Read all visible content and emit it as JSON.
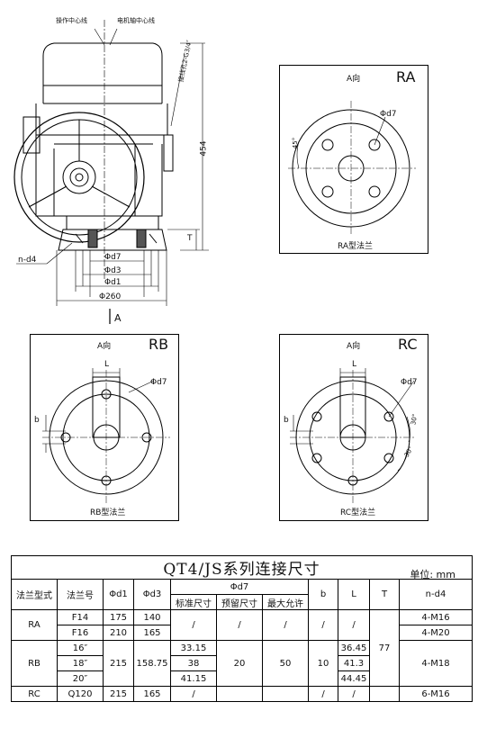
{
  "drawing": {
    "main": {
      "label_handwheel_center": "操作中心线",
      "label_actuator_center": "电机轴中心线",
      "label_conduit": "接线孔2-G3/4″",
      "dim_height": "454",
      "dim_T": "T",
      "dim_nd4": "n-d4",
      "dim_d7": "Φd7",
      "dim_d3": "Φd3",
      "dim_d1": "Φd1",
      "dim_d260": "Φ260",
      "view_A": "A"
    },
    "ra": {
      "view": "A向",
      "code": "RA",
      "d7": "Φd7",
      "angle": "45°",
      "caption": "RA型法兰"
    },
    "rb": {
      "view": "A向",
      "code": "RB",
      "L": "L",
      "d7": "Φd7",
      "b": "b",
      "caption": "RB型法兰"
    },
    "rc": {
      "view": "A向",
      "code": "RC",
      "L": "L",
      "d7": "Φd7",
      "b": "b",
      "angle1": "30°",
      "angle2": "30°",
      "caption": "RC型法兰"
    }
  },
  "table": {
    "title": "QT4/JS系列连接尺寸",
    "unit": "单位: mm",
    "headers": {
      "flange_type": "法兰型式",
      "flange_no": "法兰号",
      "d1": "Φd1",
      "d3": "Φd3",
      "d7": "Φd7",
      "d7_std": "标准尺寸",
      "d7_res": "预留尺寸",
      "d7_max": "最大允许",
      "b": "b",
      "L": "L",
      "T": "T",
      "nd4": "n-d4"
    },
    "ra": {
      "type": "RA",
      "r1": {
        "no": "F14",
        "d1": "175",
        "d3": "140",
        "nd4": "4-M16"
      },
      "r2": {
        "no": "F16",
        "d1": "210",
        "d3": "165",
        "nd4": "4-M20"
      },
      "d7_std": "/",
      "d7_res": "/",
      "d7_max": "/",
      "b": "/",
      "L": "/"
    },
    "rb": {
      "type": "RB",
      "r1": {
        "no": "16″",
        "d7_std": "33.15",
        "L": "36.45"
      },
      "r2": {
        "no": "18″",
        "d7_std": "38",
        "L": "41.3"
      },
      "r3": {
        "no": "20″",
        "d7_std": "41.15",
        "L": "44.45"
      },
      "d1": "215",
      "d3": "158.75",
      "d7_res": "20",
      "d7_max": "50",
      "b": "10",
      "nd4": "4-M18"
    },
    "T": "77",
    "rc": {
      "type": "RC",
      "no": "Q120",
      "d1": "215",
      "d3": "165",
      "d7_std": "/",
      "b": "/",
      "L": "/",
      "nd4": "6-M16"
    }
  }
}
